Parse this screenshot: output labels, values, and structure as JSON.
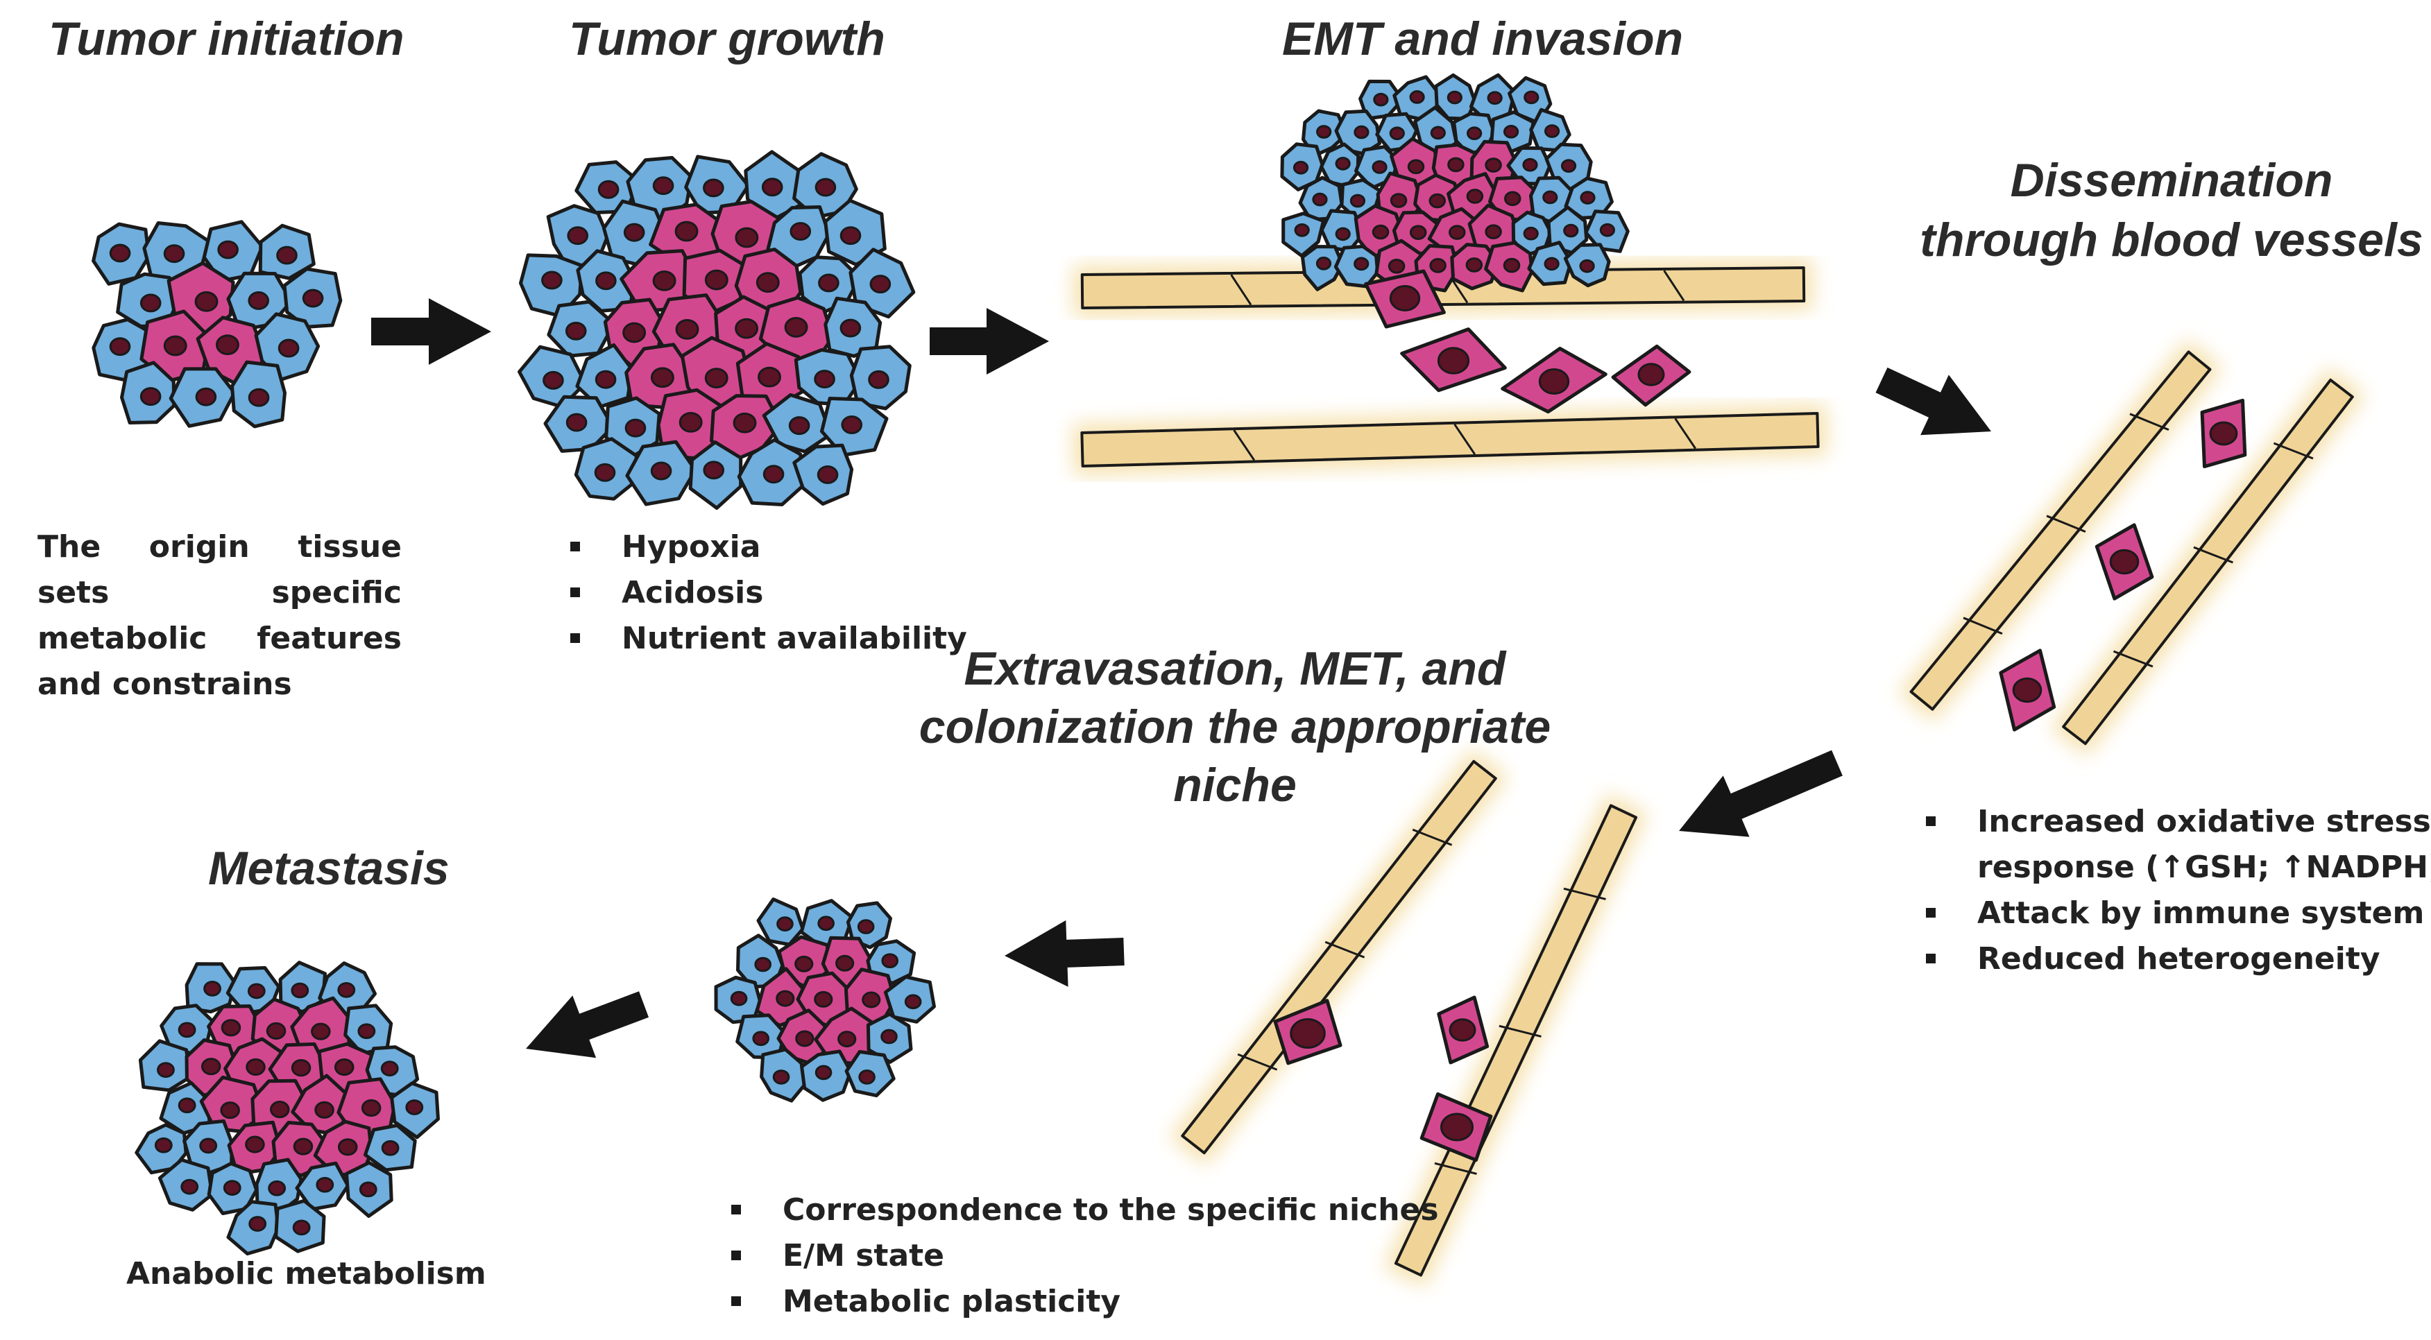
{
  "colors": {
    "tumor_cell": "#6faedd",
    "malignant_cell": "#d2488f",
    "nucleus": "#5b1326",
    "vessel": "#f0d497",
    "vessel_glow": "#f6e2b0",
    "arrow": "#151515",
    "outline": "#1a1a1a"
  },
  "stages": {
    "initiation": {
      "title": "Tumor initiation",
      "description": "The origin tissue sets specific metabolic features and constrains"
    },
    "growth": {
      "title": "Tumor growth",
      "bullets": [
        "Hypoxia",
        "Acidosis",
        "Nutrient availability"
      ]
    },
    "emt": {
      "title": "EMT and invasion"
    },
    "dissemination": {
      "title_line1": "Dissemination",
      "title_line2": "through blood vessels",
      "bullets": [
        "Increased oxidative stress",
        "response (↑GSH; ↑NADPH)",
        "Attack by immune system",
        "Reduced heterogeneity"
      ]
    },
    "extravasation": {
      "title_line1": "Extravasation, MET, and",
      "title_line2": "colonization the appropriate",
      "title_line3": "niche",
      "bullets": [
        "Correspondence to the specific niches",
        "E/M state",
        "Metabolic plasticity"
      ]
    },
    "metastasis": {
      "title": "Metastasis",
      "description": "Anabolic metabolism"
    }
  }
}
